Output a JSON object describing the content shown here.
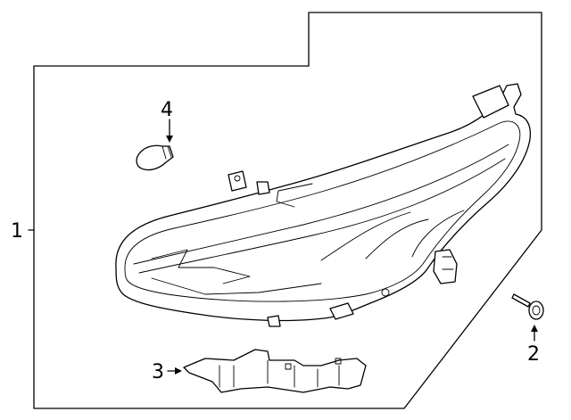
{
  "callouts": [
    {
      "id": "1",
      "label": "1"
    },
    {
      "id": "2",
      "label": "2"
    },
    {
      "id": "3",
      "label": "3"
    },
    {
      "id": "4",
      "label": "4"
    }
  ],
  "parts": [
    {
      "callout": "1",
      "name": "headlamp-assembly"
    },
    {
      "callout": "2",
      "name": "bolt"
    },
    {
      "callout": "3",
      "name": "bracket"
    },
    {
      "callout": "4",
      "name": "bulb"
    }
  ]
}
